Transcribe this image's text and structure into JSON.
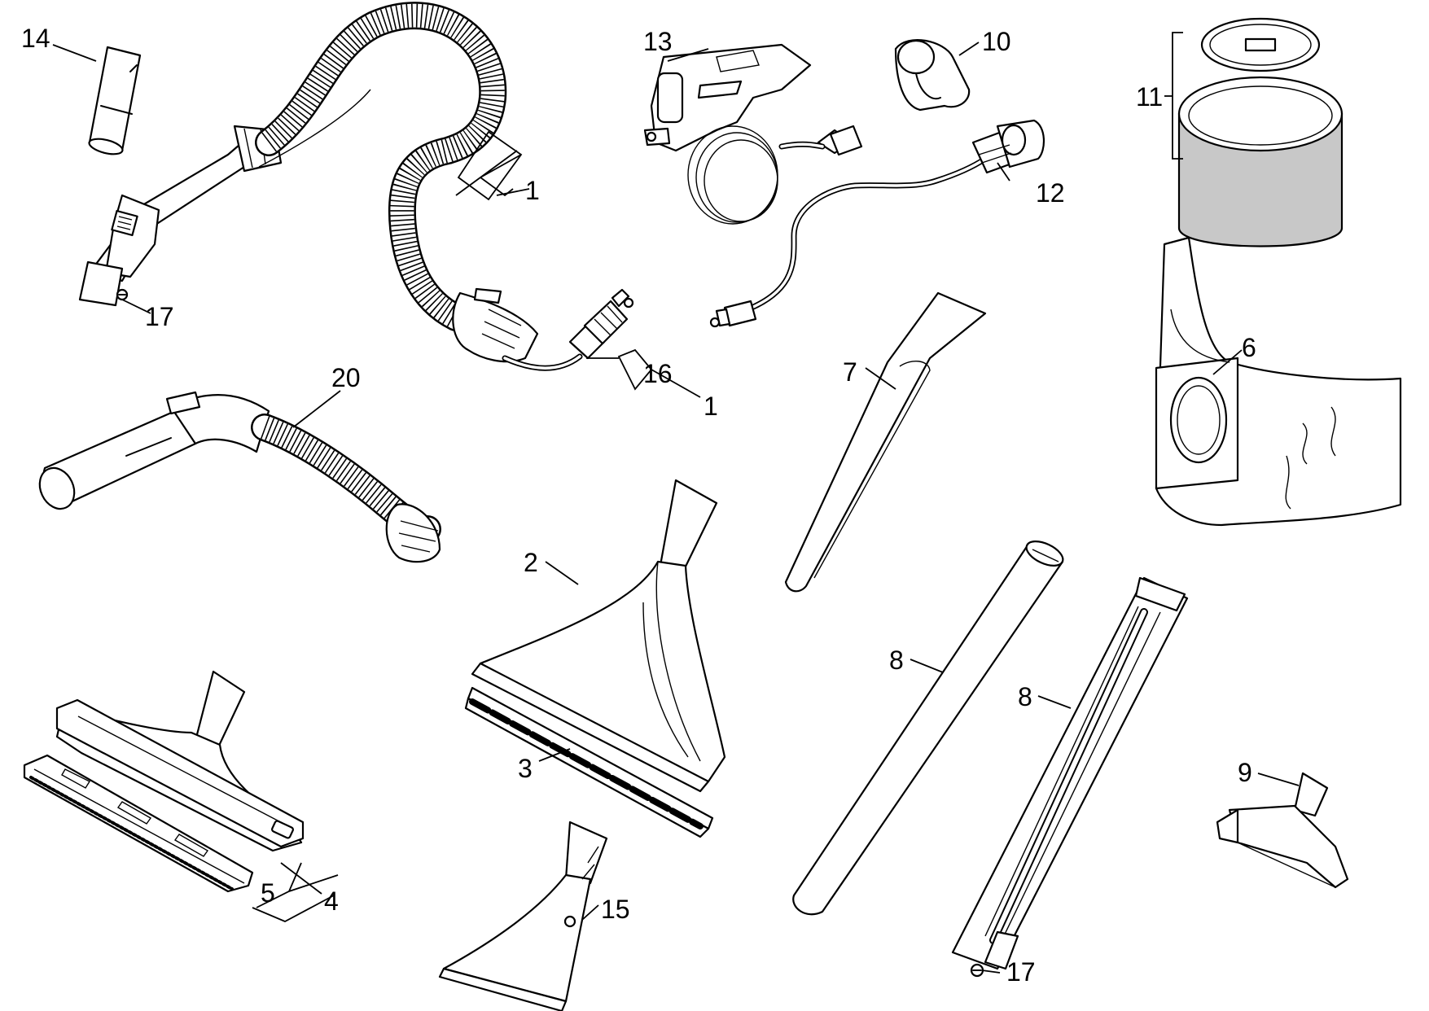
{
  "diagram": {
    "background": "#ffffff",
    "line_color": "#000000",
    "filter_fill": "#c8c8c8",
    "parts": [
      {
        "id": "p14",
        "label": "14",
        "component": "adapter-sleeve"
      },
      {
        "id": "p1a",
        "label": "1",
        "component": "suction-hose-assembly"
      },
      {
        "id": "p17a",
        "label": "17",
        "component": "screw"
      },
      {
        "id": "p13",
        "label": "13",
        "component": "spray-handle"
      },
      {
        "id": "p10",
        "label": "10",
        "component": "hose-clip"
      },
      {
        "id": "p11",
        "label": "11",
        "component": "filter-cartridge"
      },
      {
        "id": "p12",
        "label": "12",
        "component": "water-connector"
      },
      {
        "id": "p16",
        "label": "16",
        "component": "plug-connector"
      },
      {
        "id": "p1b",
        "label": "1",
        "component": "suction-hose-assembly-ref"
      },
      {
        "id": "p20",
        "label": "20",
        "component": "suction-hose"
      },
      {
        "id": "p7",
        "label": "7",
        "component": "crevice-nozzle"
      },
      {
        "id": "p6",
        "label": "6",
        "component": "filter-bag"
      },
      {
        "id": "p2",
        "label": "2",
        "component": "spray-extraction-nozzle"
      },
      {
        "id": "p3",
        "label": "3",
        "component": "squeegee-strip"
      },
      {
        "id": "p8a",
        "label": "8",
        "component": "suction-tube"
      },
      {
        "id": "p8b",
        "label": "8",
        "component": "spray-suction-tube"
      },
      {
        "id": "p9",
        "label": "9",
        "component": "upholstery-nozzle"
      },
      {
        "id": "p5",
        "label": "5",
        "component": "floor-nozzle-insert"
      },
      {
        "id": "p4",
        "label": "4",
        "component": "floor-nozzle"
      },
      {
        "id": "p15",
        "label": "15",
        "component": "hand-spray-nozzle"
      },
      {
        "id": "p17b",
        "label": "17",
        "component": "screw"
      }
    ]
  }
}
